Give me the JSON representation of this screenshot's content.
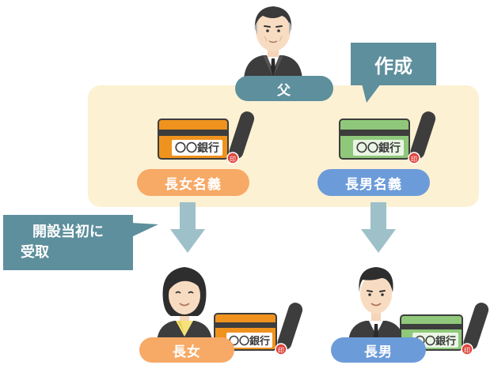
{
  "father": {
    "label": "父"
  },
  "callout_create": {
    "text": "作成"
  },
  "callout_receive": {
    "line1": "開設当初に",
    "line2": "受取"
  },
  "accounts": [
    {
      "owner_label": "長女名義",
      "bank_text": "〇〇銀行",
      "card_color": "#f0931e",
      "seal_text": "印"
    },
    {
      "owner_label": "長男名義",
      "bank_text": "〇〇銀行",
      "card_color": "#8fc87a",
      "seal_text": "印"
    }
  ],
  "children": [
    {
      "label": "長女",
      "bank_text": "〇〇銀行",
      "seal_text": "印"
    },
    {
      "label": "長男",
      "bank_text": "〇〇銀行",
      "seal_text": "印"
    }
  ],
  "colors": {
    "panel": "#fdf1d3",
    "father_pill": "#5e8f9d",
    "daughter_pill": "#f7a966",
    "son_pill": "#6c9bd9",
    "arrow": "#9ec0c8",
    "callout": "#5e8f9d"
  }
}
